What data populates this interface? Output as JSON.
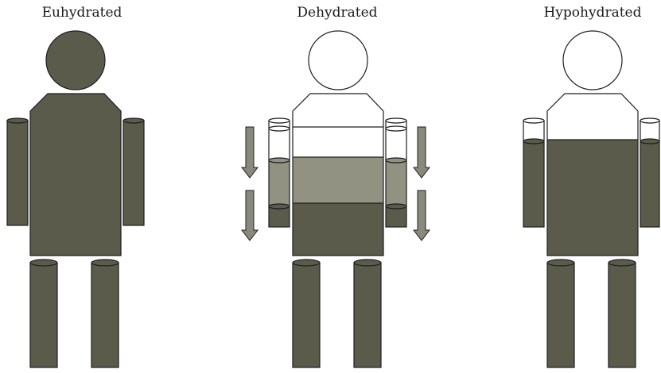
{
  "figures": [
    {
      "id": "euhydrated",
      "title": "Euhydrated"
    },
    {
      "id": "dehydrated",
      "title": "Dehydrated"
    },
    {
      "id": "hypohydrated",
      "title": "Hypohydrated"
    }
  ],
  "colors": {
    "dark_fill": "#5a5b4b",
    "mid_fill": "#929282",
    "empty_fill": "#ffffff",
    "stroke": "#1f1f1f",
    "arrow_fill": "#8a8a7c"
  }
}
